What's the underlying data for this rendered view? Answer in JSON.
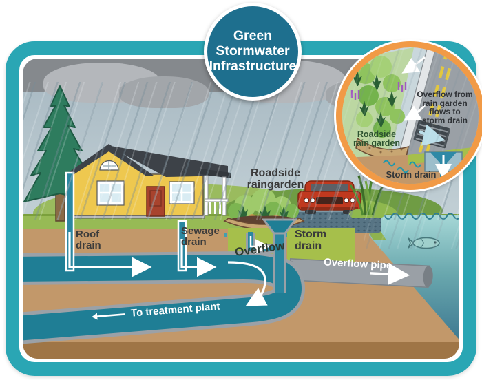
{
  "badge": {
    "title": "Green\nStormwater\nInfrastructure"
  },
  "scene": {
    "labels": {
      "roof_drain": "Roof\ndrain",
      "sewage_drain": "Sewage\ndrain",
      "roadside_raingarden": "Roadside\nraingarden",
      "storm_drain": "Storm\ndrain",
      "overflow": "Overflow",
      "overflow_pipe": "Overflow pipe",
      "to_treatment_plant": "To treatment plant"
    }
  },
  "inset": {
    "labels": {
      "overflow_note": "Overflow from\nrain garden\nflows to\nstorm drain",
      "roadside_rain_garden": "Roadside\nrain garden",
      "storm_drain": "Storm drain"
    }
  },
  "colors": {
    "frame_teal": "#2aa6b4",
    "badge_circle": "#1e6f8e",
    "inset_ring": "#f19a46",
    "pipe_water": "#1f7e95",
    "pipe_casing": "#9aa0a6",
    "soil": "#c2986a",
    "soil_dark": "#9f7546",
    "grass": "#97ba55",
    "bioretention_green": "#a6bf4b",
    "rain_sky": "#b3c2ca",
    "water_surface": "#a5d7d6",
    "water_deep": "#3c7790",
    "house_yellow": "#eec84f",
    "roof_gray": "#3d4248",
    "door_red": "#a8432d",
    "car_red": "#c0391f",
    "label_dark": "#3b3b3b"
  }
}
